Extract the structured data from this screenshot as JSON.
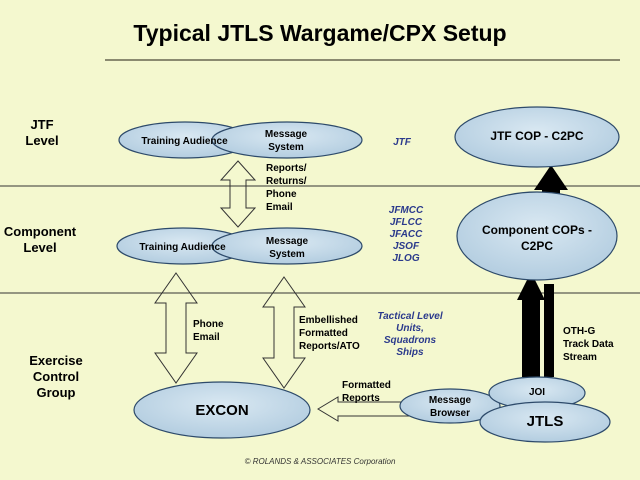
{
  "title": "Typical JTLS Wargame/CPX Setup",
  "levels": {
    "jtf": "JTF\nLevel",
    "component": "Component\nLevel",
    "exercise": "Exercise\nControl\nGroup"
  },
  "nodes": {
    "ta1": "Training Audience",
    "ms1": "Message\nSystem",
    "ta2": "Training Audience",
    "ms2": "Message\nSystem",
    "jtf_cop": "JTF COP - C2PC",
    "comp_cops": "Component COPs -\nC2PC",
    "excon": "EXCON",
    "msg_browser": "Message\nBrowser",
    "joi": "JOI",
    "jtls": "JTLS"
  },
  "labels": {
    "reports": "Reports/\nReturns/\nPhone\nEmail",
    "phone_email": "Phone\nEmail",
    "embellished": "Embellished\nFormatted\nReports/ATO",
    "formatted_reports": "Formatted\nReports",
    "oth": "OTH-G\nTrack Data\nStream",
    "jtf_tag": "JTF",
    "components_tag": "JFMCC\nJFLCC\nJFACC\nJSOF\nJLOG",
    "tactical": "Tactical Level\nUnits,\nSquadrons\nShips"
  },
  "copyright": "© ROLANDS  & ASSOCIATES Corporation",
  "colors": {
    "background": "#f4f8cf",
    "node_fill": "#c6dcea",
    "node_stroke": "#2d4a6a",
    "tag_text": "#2b3a8c"
  }
}
